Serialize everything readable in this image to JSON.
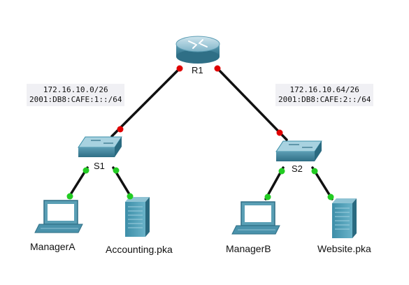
{
  "devices": {
    "router": {
      "name": "R1",
      "icon": "router-icon"
    },
    "switch1": {
      "name": "S1",
      "icon": "switch-icon"
    },
    "switch2": {
      "name": "S2",
      "icon": "switch-icon"
    },
    "pc_a": {
      "name": "ManagerA",
      "icon": "laptop-icon"
    },
    "server_a": {
      "name": "Accounting.pka",
      "icon": "server-icon"
    },
    "pc_b": {
      "name": "ManagerB",
      "icon": "laptop-icon"
    },
    "server_b": {
      "name": "Website.pka",
      "icon": "server-icon"
    }
  },
  "networks": {
    "left": {
      "ipv4": "172.16.10.0/26",
      "ipv6": "2001:DB8:CAFE:1::/64"
    },
    "right": {
      "ipv4": "172.16.10.64/26",
      "ipv6": "2001:DB8:CAFE:2::/64"
    }
  },
  "link_status": {
    "router_links": "down",
    "switch_to_host_links": "up"
  },
  "colors": {
    "link": "#111111",
    "port_down": "#e00000",
    "port_up": "#22cc22",
    "device_teal": "#3a8fa8",
    "label_bg": "#f0f0f4"
  }
}
